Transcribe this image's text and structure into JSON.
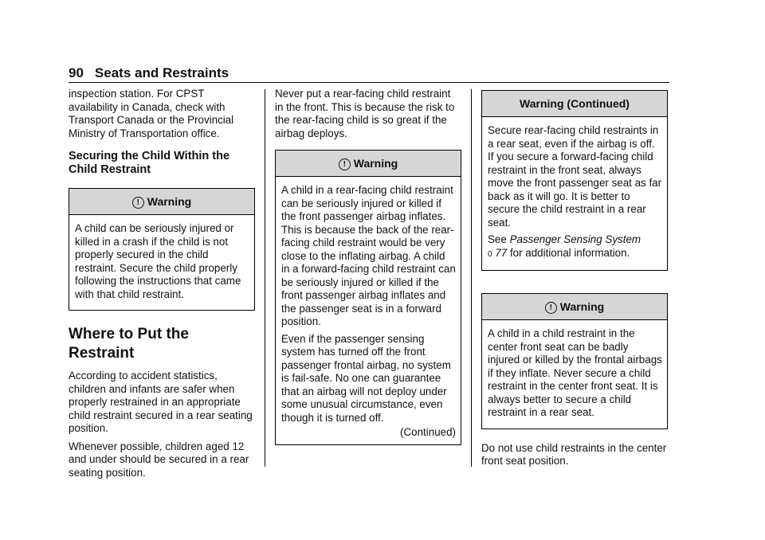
{
  "header": {
    "page_number": "90",
    "section_title": "Seats and Restraints"
  },
  "col1": {
    "intro": "inspection station. For CPST availability in Canada, check with Transport Canada or the Provincial Ministry of Transportation office.",
    "subheading": "Securing the Child Within the Child Restraint",
    "warning": {
      "title": "Warning",
      "icon": "warning-icon",
      "text": "A child can be seriously injured or killed in a crash if the child is not properly secured in the child restraint. Secure the child properly following the instructions that came with that child restraint."
    },
    "heading": "Where to Put the Restraint",
    "para1": "According to accident statistics, children and infants are safer when properly restrained in an appropriate child restraint secured in a rear seating position.",
    "para2": "Whenever possible, children aged 12 and under should be secured in a rear seating position."
  },
  "col2": {
    "intro": "Never put a rear-facing child restraint in the front. This is because the risk to the rear-facing child is so great if the airbag deploys.",
    "warning": {
      "title": "Warning",
      "icon": "warning-icon",
      "text1": "A child in a rear-facing child restraint can be seriously injured or killed if the front passenger airbag inflates. This is because the back of the rear-facing child restraint would be very close to the inflating airbag. A child in a forward-facing child restraint can be seriously injured or killed if the front passenger airbag inflates and the passenger seat is in a forward position.",
      "text2": "Even if the passenger sensing system has turned off the front passenger frontal airbag, no system is fail-safe. No one can guarantee that an airbag will not deploy under some unusual circumstance, even though it is turned off.",
      "continued": "(Continued)"
    }
  },
  "col3": {
    "warning_cont": {
      "title": "Warning  (Continued)",
      "text": "Secure rear-facing child restraints in a rear seat, even if the airbag is off. If you secure a forward-facing child restraint in the front seat, always move the front passenger seat as far back as it will go. It is better to secure the child restraint in a rear seat.",
      "see": "See",
      "ref_title": "Passenger Sensing System",
      "ref_arrow": "0",
      "ref_page": "77",
      "ref_suffix": "for additional information."
    },
    "warning2": {
      "title": "Warning",
      "icon": "warning-icon",
      "text": "A child in a child restraint in the center front seat can be badly injured or killed by the frontal airbags if they inflate. Never secure a child restraint in the center front seat. It is always better to secure a child restraint in a rear seat."
    },
    "outro": "Do not use child restraints in the center front seat position."
  }
}
